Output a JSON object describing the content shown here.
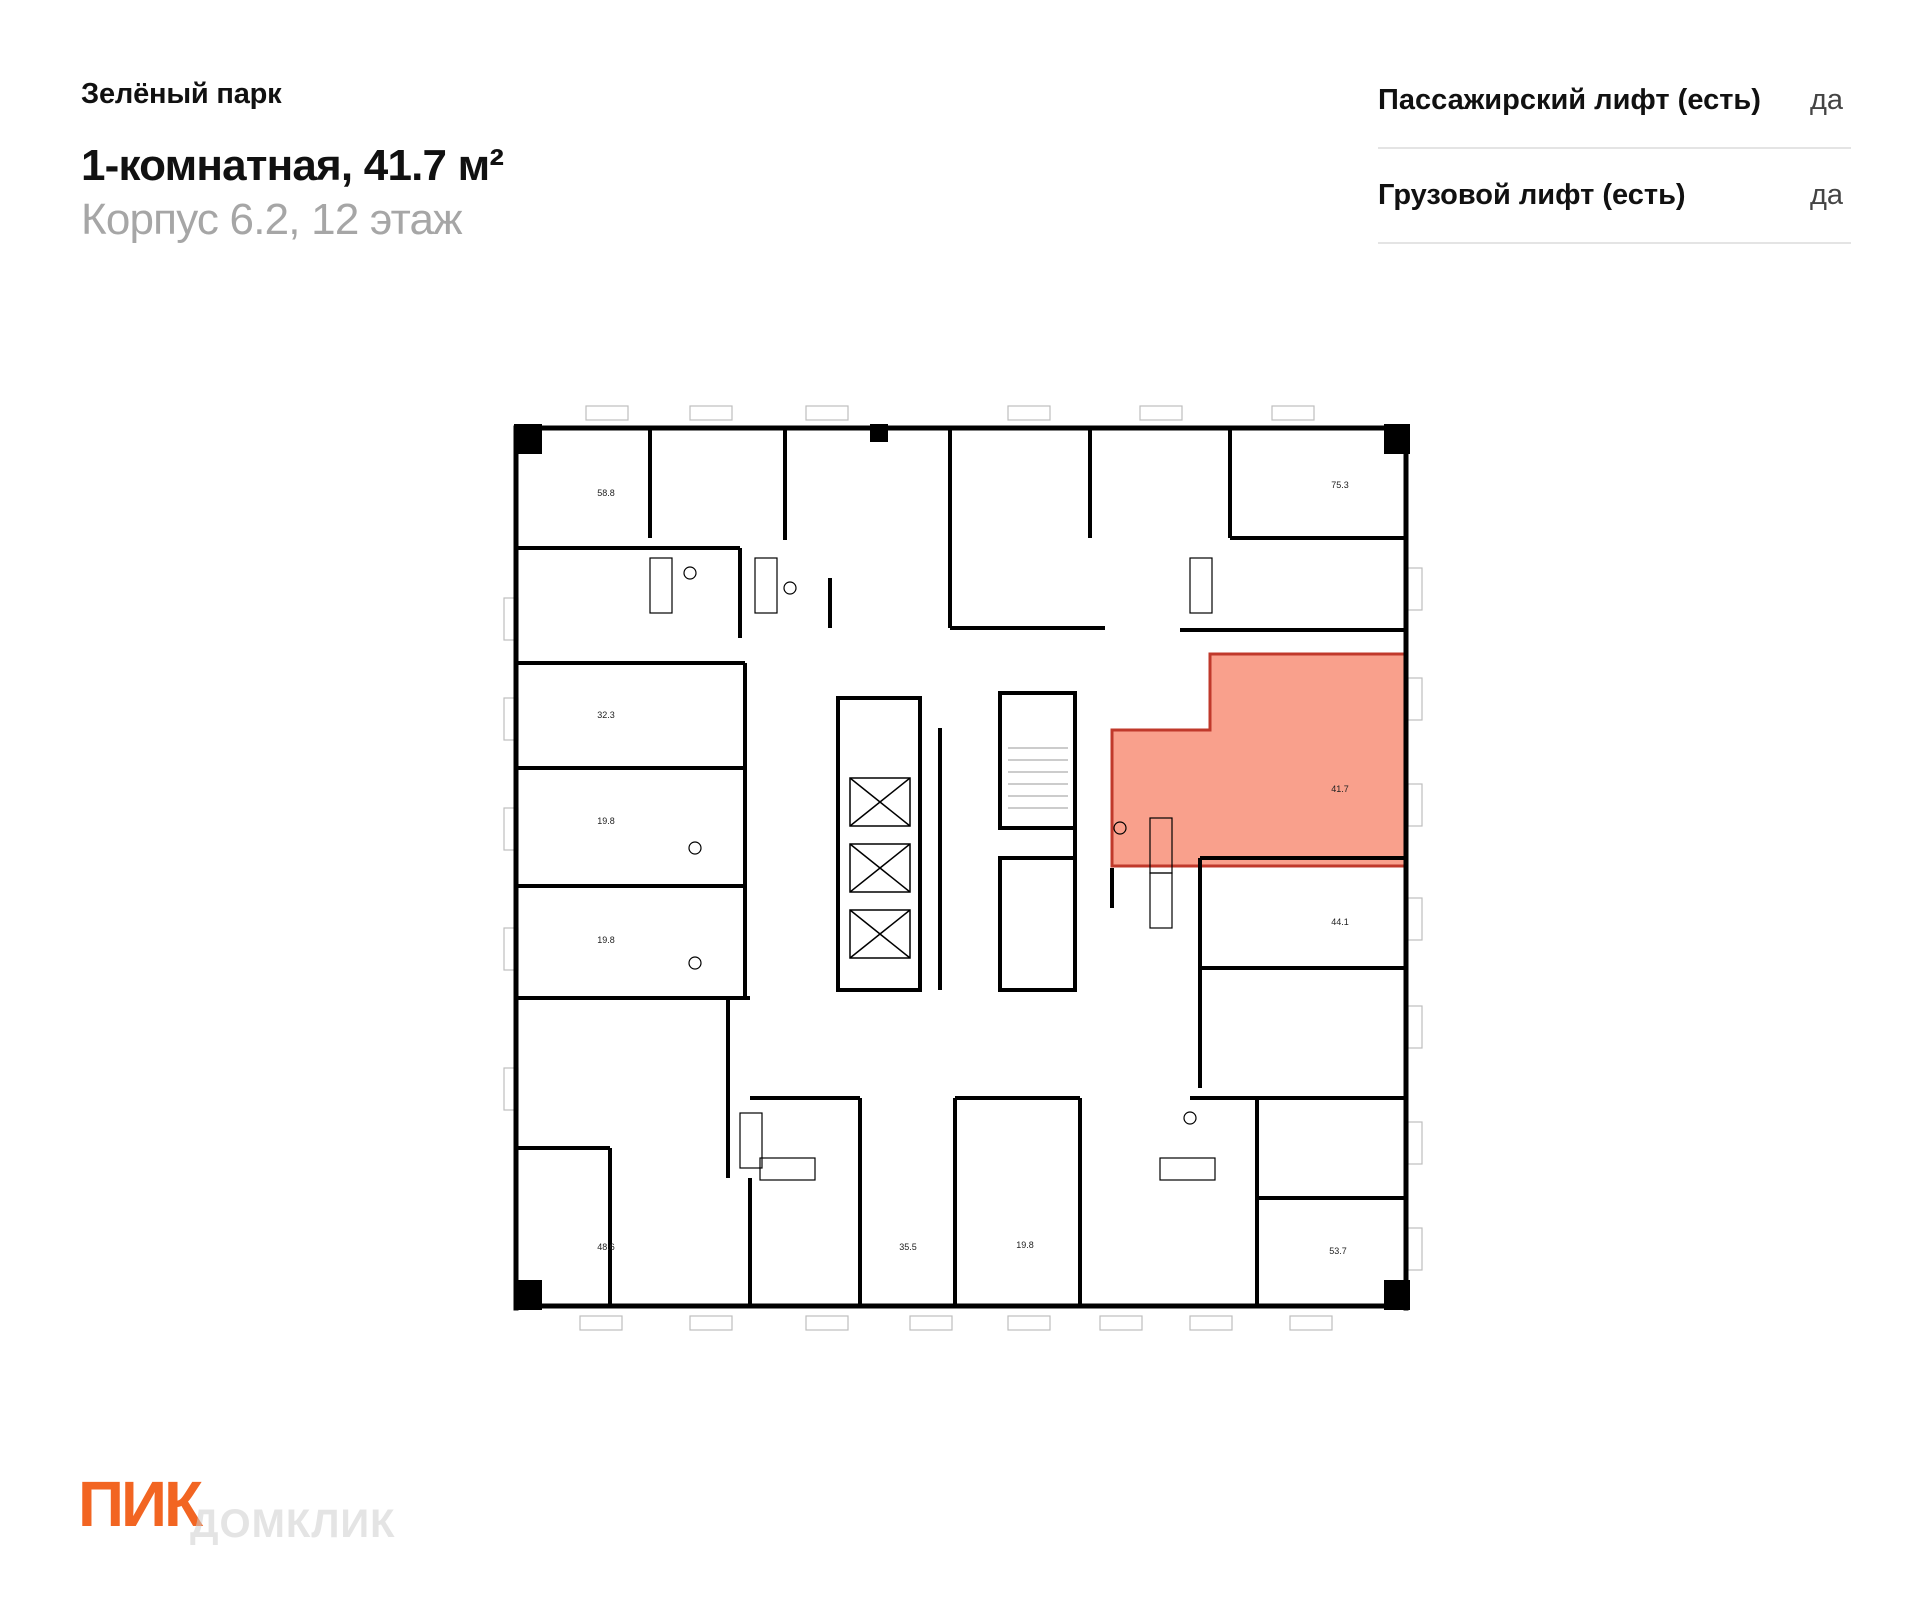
{
  "header": {
    "project_name": "Зелёный парк",
    "apartment_title": "1-комнатная, 41.7 м²",
    "building_floor": "Корпус 6.2, 12 этаж"
  },
  "features": [
    {
      "label": "Пассажирский лифт (есть)",
      "value": "да"
    },
    {
      "label": "Грузовой лифт (есть)",
      "value": "да"
    }
  ],
  "floor_plan": {
    "highlight_color": "#F9A08C",
    "highlight_border": "#C0392B",
    "wall_color": "#000000",
    "selected_unit_area": "41.7",
    "unit_areas": [
      "58.8",
      "75.3",
      "32.3",
      "19.8",
      "19.8",
      "41.7",
      "44.1",
      "48.6",
      "35.5",
      "19.8",
      "53.7"
    ]
  },
  "brand": {
    "logo_text": "ПИК",
    "logo_color": "#F26522",
    "watermark_text": "ДОМКЛИК"
  }
}
